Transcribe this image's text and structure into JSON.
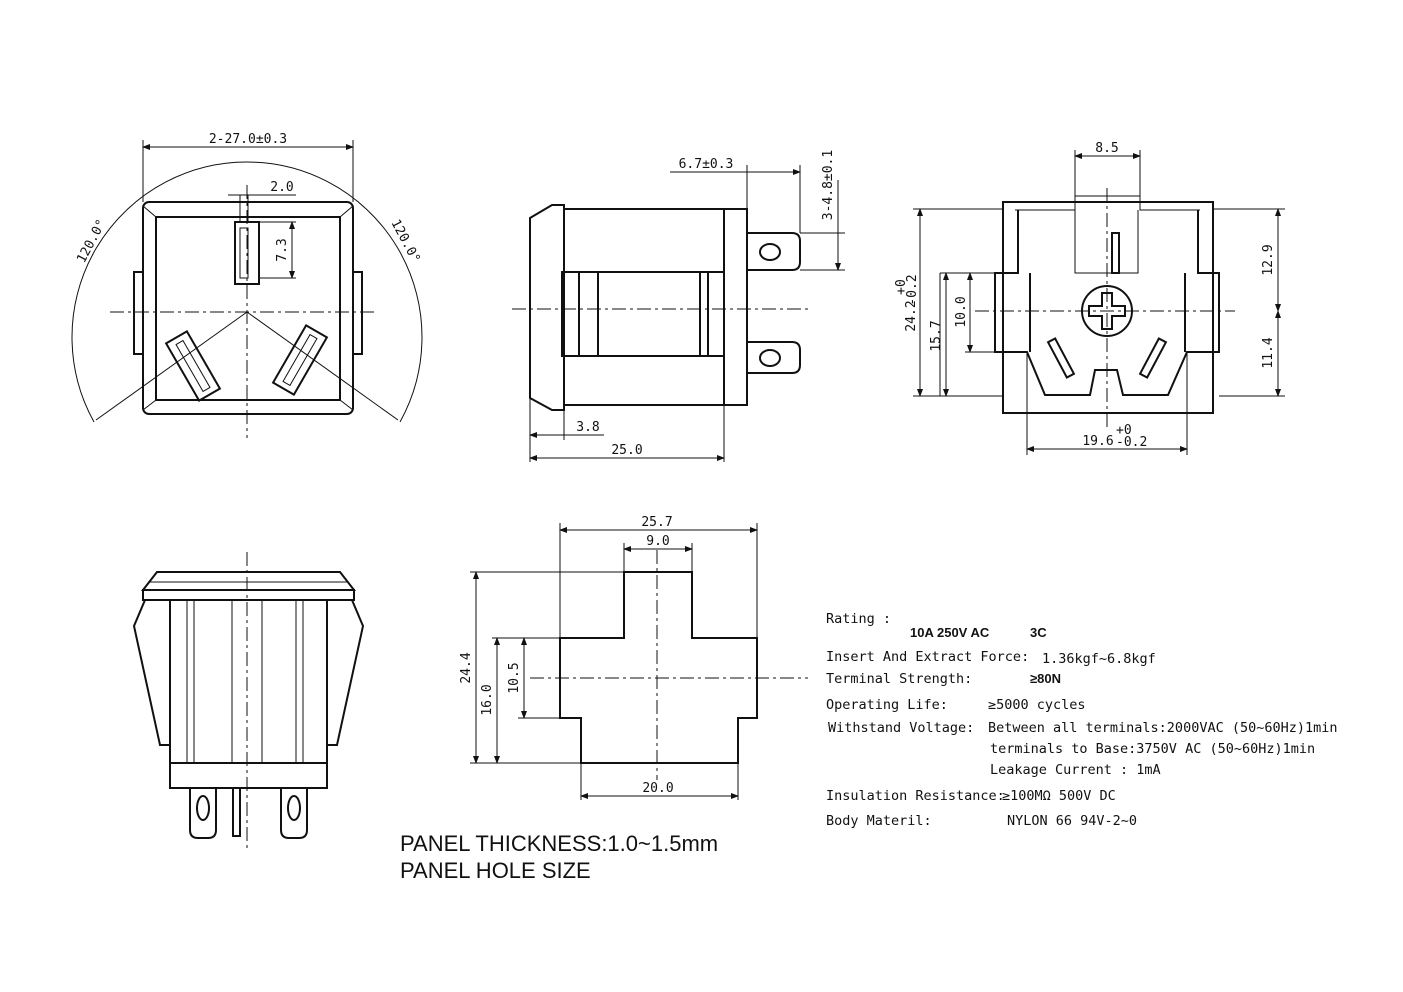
{
  "front_view": {
    "dim_width": "2-27.0±0.3",
    "dim_slot_width": "2.0",
    "dim_slot_height": "7.3",
    "angle_left": "120.0°",
    "angle_right": "120.0°"
  },
  "side_view": {
    "dim_pin_offset": "6.7±0.3",
    "dim_pin_width": "3-4.8±0.1",
    "dim_flange": "3.8",
    "dim_length": "25.0"
  },
  "rear_view": {
    "dim_top": "8.5",
    "dim_height_total": "24.2",
    "dim_height_tol_upper": "+0",
    "dim_height_tol_lower": "-0.2",
    "dim_15_7": "15.7",
    "dim_10_0": "10.0",
    "dim_12_9": "12.9",
    "dim_11_4": "11.4",
    "dim_width": "19.6",
    "dim_width_tol_upper": "+0",
    "dim_width_tol_lower": "-0.2"
  },
  "panel_hole": {
    "dim_width": "25.7",
    "dim_top": "9.0",
    "dim_bottom": "20.0",
    "dim_height": "24.4",
    "dim_mid": "16.0",
    "dim_center": "10.5"
  },
  "notes": {
    "line1": "PANEL THICKNESS:1.0~1.5mm",
    "line2": "PANEL HOLE SIZE"
  },
  "specs": {
    "rating_label": "Rating :",
    "rating_value": "10A 250V AC",
    "rating_poles": "3C",
    "insert_label": "Insert And Extract Force:",
    "insert_value": "1.36kgf~6.8kgf",
    "terminal_label": "Terminal  Strength:",
    "terminal_value": "≥80N",
    "life_label": "Operating Life:",
    "life_value": "≥5000  cycles",
    "withstand_label": "Withstand Voltage:",
    "withstand_value1": "Between all terminals:2000VAC (50~60Hz)1min",
    "withstand_value2": "terminals to Base:3750V AC (50~60Hz)1min",
    "withstand_value3": "Leakage Current :   1mA",
    "insulation_label": "Insulation Resistance:",
    "insulation_value": "≥100MΩ  500V DC",
    "body_label": "Body Materil:",
    "body_value": "NYLON 66   94V-2~0"
  }
}
